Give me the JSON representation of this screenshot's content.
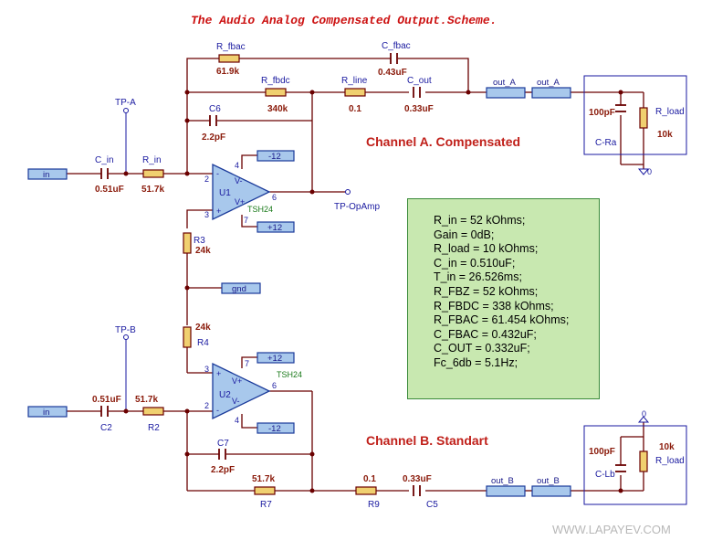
{
  "title": "The Audio Analog Compensated Output.Scheme.",
  "channel_a_label": "Channel A. Compensated",
  "channel_b_label": "Channel B. Standart",
  "watermark": "WWW.LAPAYEV.COM",
  "params": [
    "R_in = 52 kOhms;",
    "Gain = 0dB;",
    "R_load = 10 kOhms;",
    "C_in = 0.510uF;",
    "T_in = 26.526ms;",
    "R_FBZ = 52 kOhms;",
    "R_FBDC = 338 kOhms;",
    "R_FBAC = 61.454 kOhms;",
    "C_FBAC = 0.432uF;",
    "C_OUT = 0.332uF;",
    "Fc_6db = 5.1Hz;"
  ],
  "channel_a": {
    "r_fbac": {
      "name": "R_fbac",
      "value": "61.9k"
    },
    "c_fbac": {
      "name": "C_fbac",
      "value": "0.43uF"
    },
    "r_fbdc": {
      "name": "R_fbdc",
      "value": "340k"
    },
    "r_line": {
      "name": "R_line",
      "value": "0.1"
    },
    "c_out": {
      "name": "C_out",
      "value": "0.33uF"
    },
    "c6": {
      "name": "C6",
      "value": "2.2pF"
    },
    "c_in": {
      "name": "C_in",
      "value": "0.51uF"
    },
    "r_in": {
      "name": "R_in",
      "value": "51.7k"
    },
    "tp": "TP-A",
    "tp_opamp": "TP-OpAmp",
    "in_tag": "in",
    "out_tag_1": "out_A",
    "out_tag_2": "out_A",
    "u1": "U1",
    "u1_type": "TSH24",
    "neg_supply": "-12",
    "pos_supply": "+12",
    "c_load": {
      "name": "C-Ra",
      "value": "100pF"
    },
    "r_load": {
      "name": "R_load",
      "value": "10k"
    },
    "ground": "0",
    "pins": {
      "inv": "2",
      "noninv": "3",
      "out": "6",
      "vneg": "4",
      "vpos": "7",
      "minus": "-",
      "plus": "+",
      "vminus": "V-",
      "vplus": "V+"
    }
  },
  "shared": {
    "r3": {
      "name": "R3",
      "value": "24k"
    },
    "r4": {
      "name": "R4",
      "value": "24k"
    },
    "gnd_tag": "gnd"
  },
  "channel_b": {
    "tp": "TP-B",
    "in_tag": "in",
    "c2": {
      "name": "C2",
      "value": "0.51uF"
    },
    "r2": {
      "name": "R2",
      "value": "51.7k"
    },
    "u2": "U2",
    "u2_type": "TSH24",
    "pos_supply": "+12",
    "neg_supply": "-12",
    "c7": {
      "name": "C7",
      "value": "2.2pF"
    },
    "r7": {
      "name": "R7",
      "value": "51.7k"
    },
    "r9": {
      "name": "R9",
      "value": "0.1"
    },
    "c5": {
      "name": "C5",
      "value": "0.33uF"
    },
    "out_tag_1": "out_B",
    "out_tag_2": "out_B",
    "c_load": {
      "name": "C-Lb",
      "value": "100pF"
    },
    "r_load": {
      "name": "R_load",
      "value": "10k"
    },
    "ground": "0",
    "pins": {
      "inv": "2",
      "noninv": "3",
      "out": "6",
      "vneg": "4",
      "vpos": "7",
      "minus": "-",
      "plus": "+",
      "vminus": "V-",
      "vplus": "V+"
    }
  },
  "colors": {
    "wire": "#6a0000",
    "title": "#cc1111",
    "label": "#1a1aa0",
    "value": "#8a1a0a",
    "resistor": "#f0d070",
    "tag": "#a8c8ec",
    "note_bg": "#c8e8b0"
  }
}
